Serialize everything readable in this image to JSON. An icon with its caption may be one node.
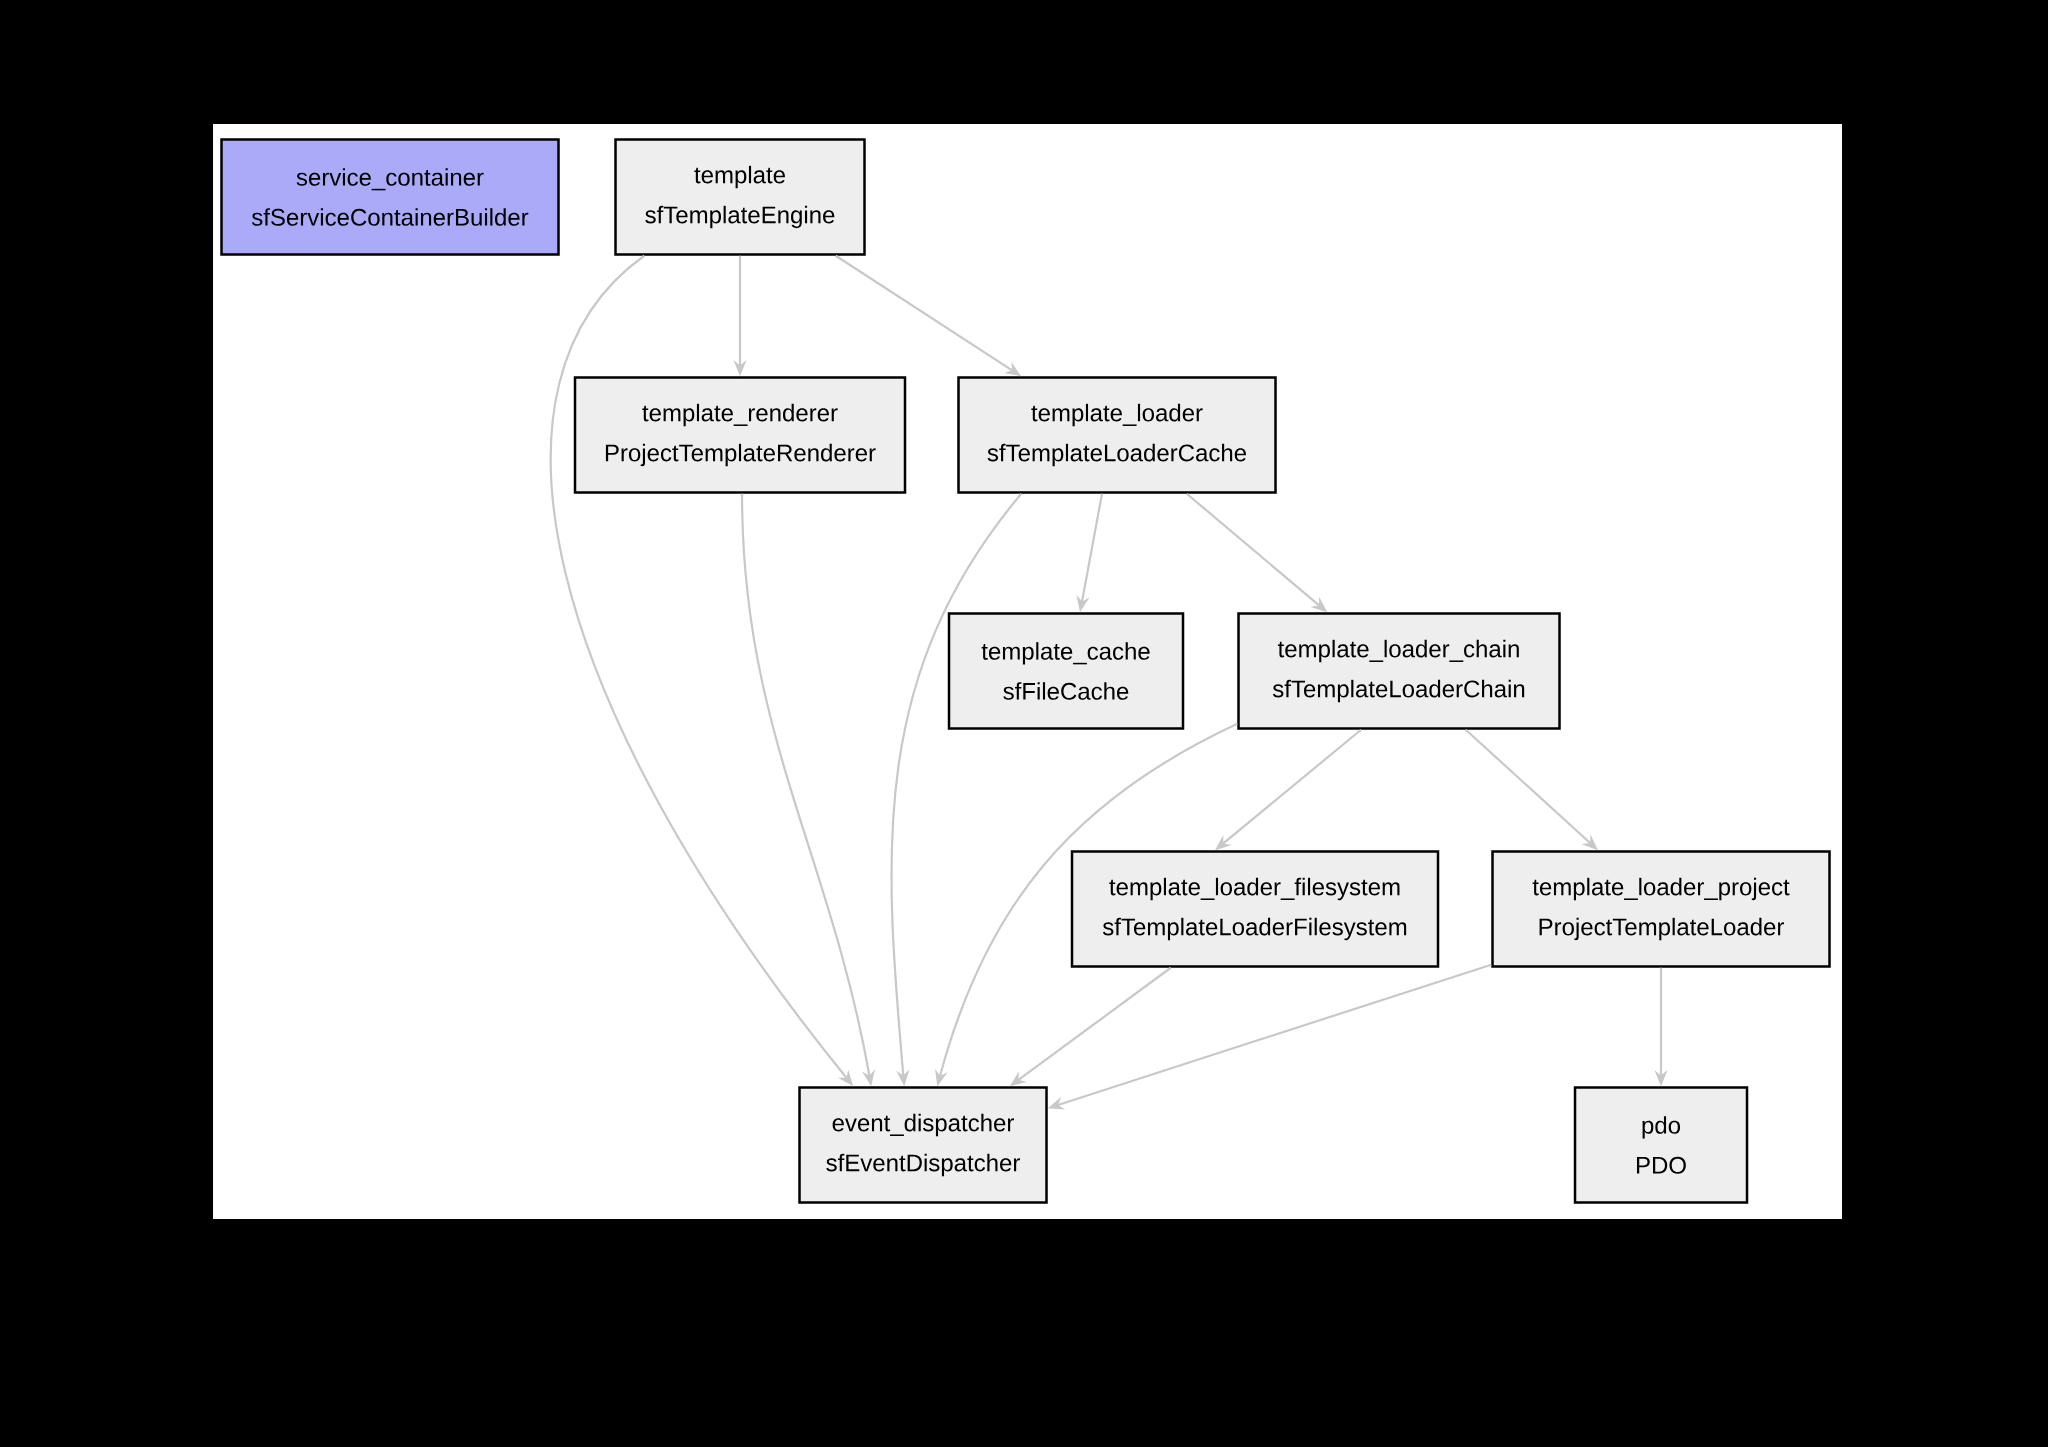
{
  "diagram": {
    "nodes": [
      {
        "text": [
          "service_container",
          "sfServiceContainerBuilder"
        ]
      },
      {
        "text": [
          "template",
          "sfTemplateEngine"
        ]
      },
      {
        "text": [
          "template_renderer",
          "ProjectTemplateRenderer"
        ]
      },
      {
        "text": [
          "template_loader",
          "sfTemplateLoaderCache"
        ]
      },
      {
        "text": [
          "template_cache",
          "sfFileCache"
        ]
      },
      {
        "text": [
          "template_loader_chain",
          "sfTemplateLoaderChain"
        ]
      },
      {
        "text": [
          "template_loader_filesystem",
          "sfTemplateLoaderFilesystem"
        ]
      },
      {
        "text": [
          "template_loader_project",
          "ProjectTemplateLoader"
        ]
      },
      {
        "text": [
          "event_dispatcher",
          "sfEventDispatcher"
        ]
      },
      {
        "text": [
          "pdo",
          "PDO"
        ]
      }
    ],
    "edges": [
      {
        "from": 1,
        "to": 2,
        "arrow": "to"
      },
      {
        "from": 1,
        "to": 3,
        "arrow": "to"
      },
      {
        "from": 1,
        "to": 8,
        "arrow": "to"
      },
      {
        "from": 2,
        "to": 8,
        "arrow": "to"
      },
      {
        "from": 3,
        "to": 4,
        "arrow": "to"
      },
      {
        "from": 3,
        "to": 5,
        "arrow": "to"
      },
      {
        "from": 3,
        "to": 8,
        "arrow": "to"
      },
      {
        "from": 5,
        "to": 6,
        "arrow": "to"
      },
      {
        "from": 5,
        "to": 7,
        "arrow": "to"
      },
      {
        "from": 5,
        "to": 8,
        "arrow": "to"
      },
      {
        "from": 6,
        "to": 8,
        "arrow": "to"
      },
      {
        "from": 7,
        "to": 8,
        "arrow": "to"
      },
      {
        "from": 7,
        "to": 9,
        "arrow": "to"
      }
    ]
  }
}
